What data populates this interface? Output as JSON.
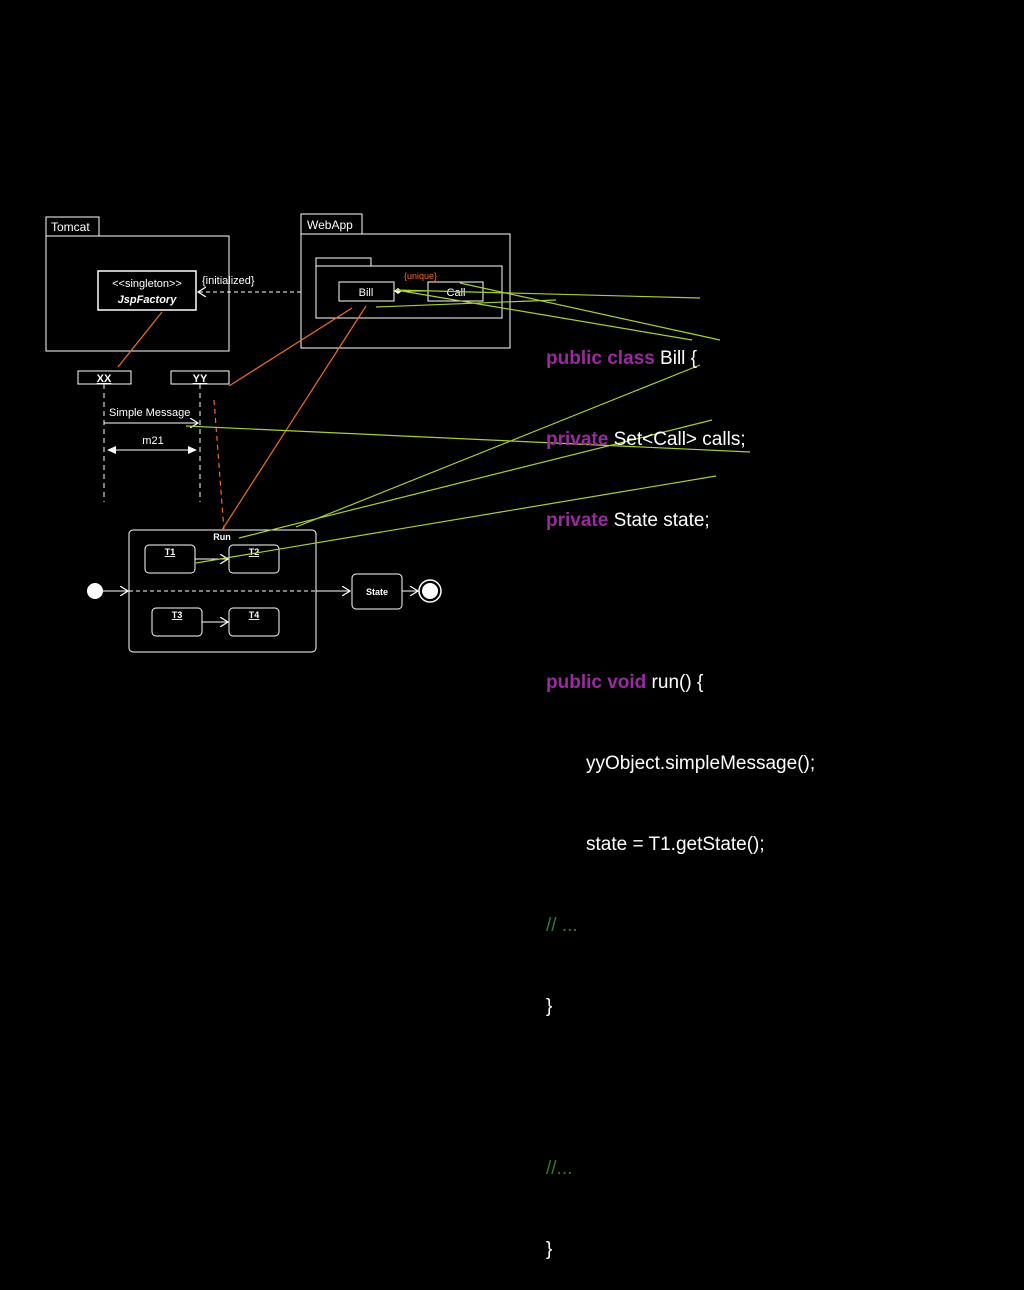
{
  "diagram": {
    "tomcat_tab": "Tomcat",
    "singleton_stereotype": "<<singleton>>",
    "jspfactory": "JspFactory",
    "initialized_label": "{initialized}",
    "webapp_tab": "WebApp",
    "bill": "Bill",
    "unique_label": "{unique}",
    "call": "Call",
    "lifeline_xx": "XX",
    "lifeline_yy": "YY",
    "simple_message": "Simple Message",
    "m21": "m21",
    "run_state": "Run",
    "t1": "T1",
    "t2": "T2",
    "t3": "T3",
    "t4": "T4",
    "state": "State"
  },
  "code": {
    "line1_kw": "public class",
    "line1_rest": " Bill {",
    "line2_kw": "private",
    "line2_rest": " Set<Call> calls;",
    "line3_kw": "private",
    "line3_rest": " State state;",
    "line5_kw": "public void",
    "line5_rest": " run() {",
    "line6": "yyObject.simpleMessage();",
    "line7": "state = T1.getState();",
    "line8": "// ...",
    "line9": "}",
    "line11": "//...",
    "line12": "}"
  },
  "colors": {
    "background": "#000000",
    "keyword": "#9a2aa0",
    "comment": "#2e7d32",
    "orange_link": "#f26b21",
    "green_link": "#a5d032"
  }
}
